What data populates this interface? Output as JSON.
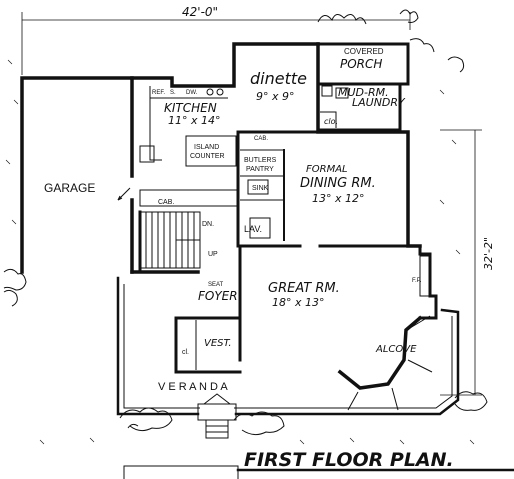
{
  "dims": {
    "width": "42'-0\"",
    "depth": "32'-2\""
  },
  "rooms": {
    "covered_porch": [
      "COVERED",
      "PORCH"
    ],
    "dinette": [
      "dinette",
      "9° x 9°"
    ],
    "mud_rm": [
      "MUD-RM.",
      "LAUNDRY"
    ],
    "clo": "clo.",
    "kitchen": [
      "KITCHEN",
      "11° x 14°"
    ],
    "island": [
      "ISLAND",
      "COUNTER"
    ],
    "garage": "GARAGE",
    "cab": "CAB.",
    "butlers": [
      "BUTLERS",
      "PANTRY"
    ],
    "sink": "SINK",
    "dining": [
      "FORMAL",
      "DINING RM.",
      "13° x 12°"
    ],
    "lav": "LAV.",
    "dn": "DN.",
    "up": "UP",
    "seat": "SEAT",
    "foyer": "FOYER",
    "great": [
      "GREAT RM.",
      "18° x 13°"
    ],
    "fp": "F.P.",
    "vest": "VEST.",
    "cl": "cl.",
    "alcove": "ALCOVE",
    "veranda": "V E R A N D A",
    "ref": "REF.",
    "dw": "DW.",
    "s": "S."
  },
  "title": "FIRST FLOOR PLAN."
}
